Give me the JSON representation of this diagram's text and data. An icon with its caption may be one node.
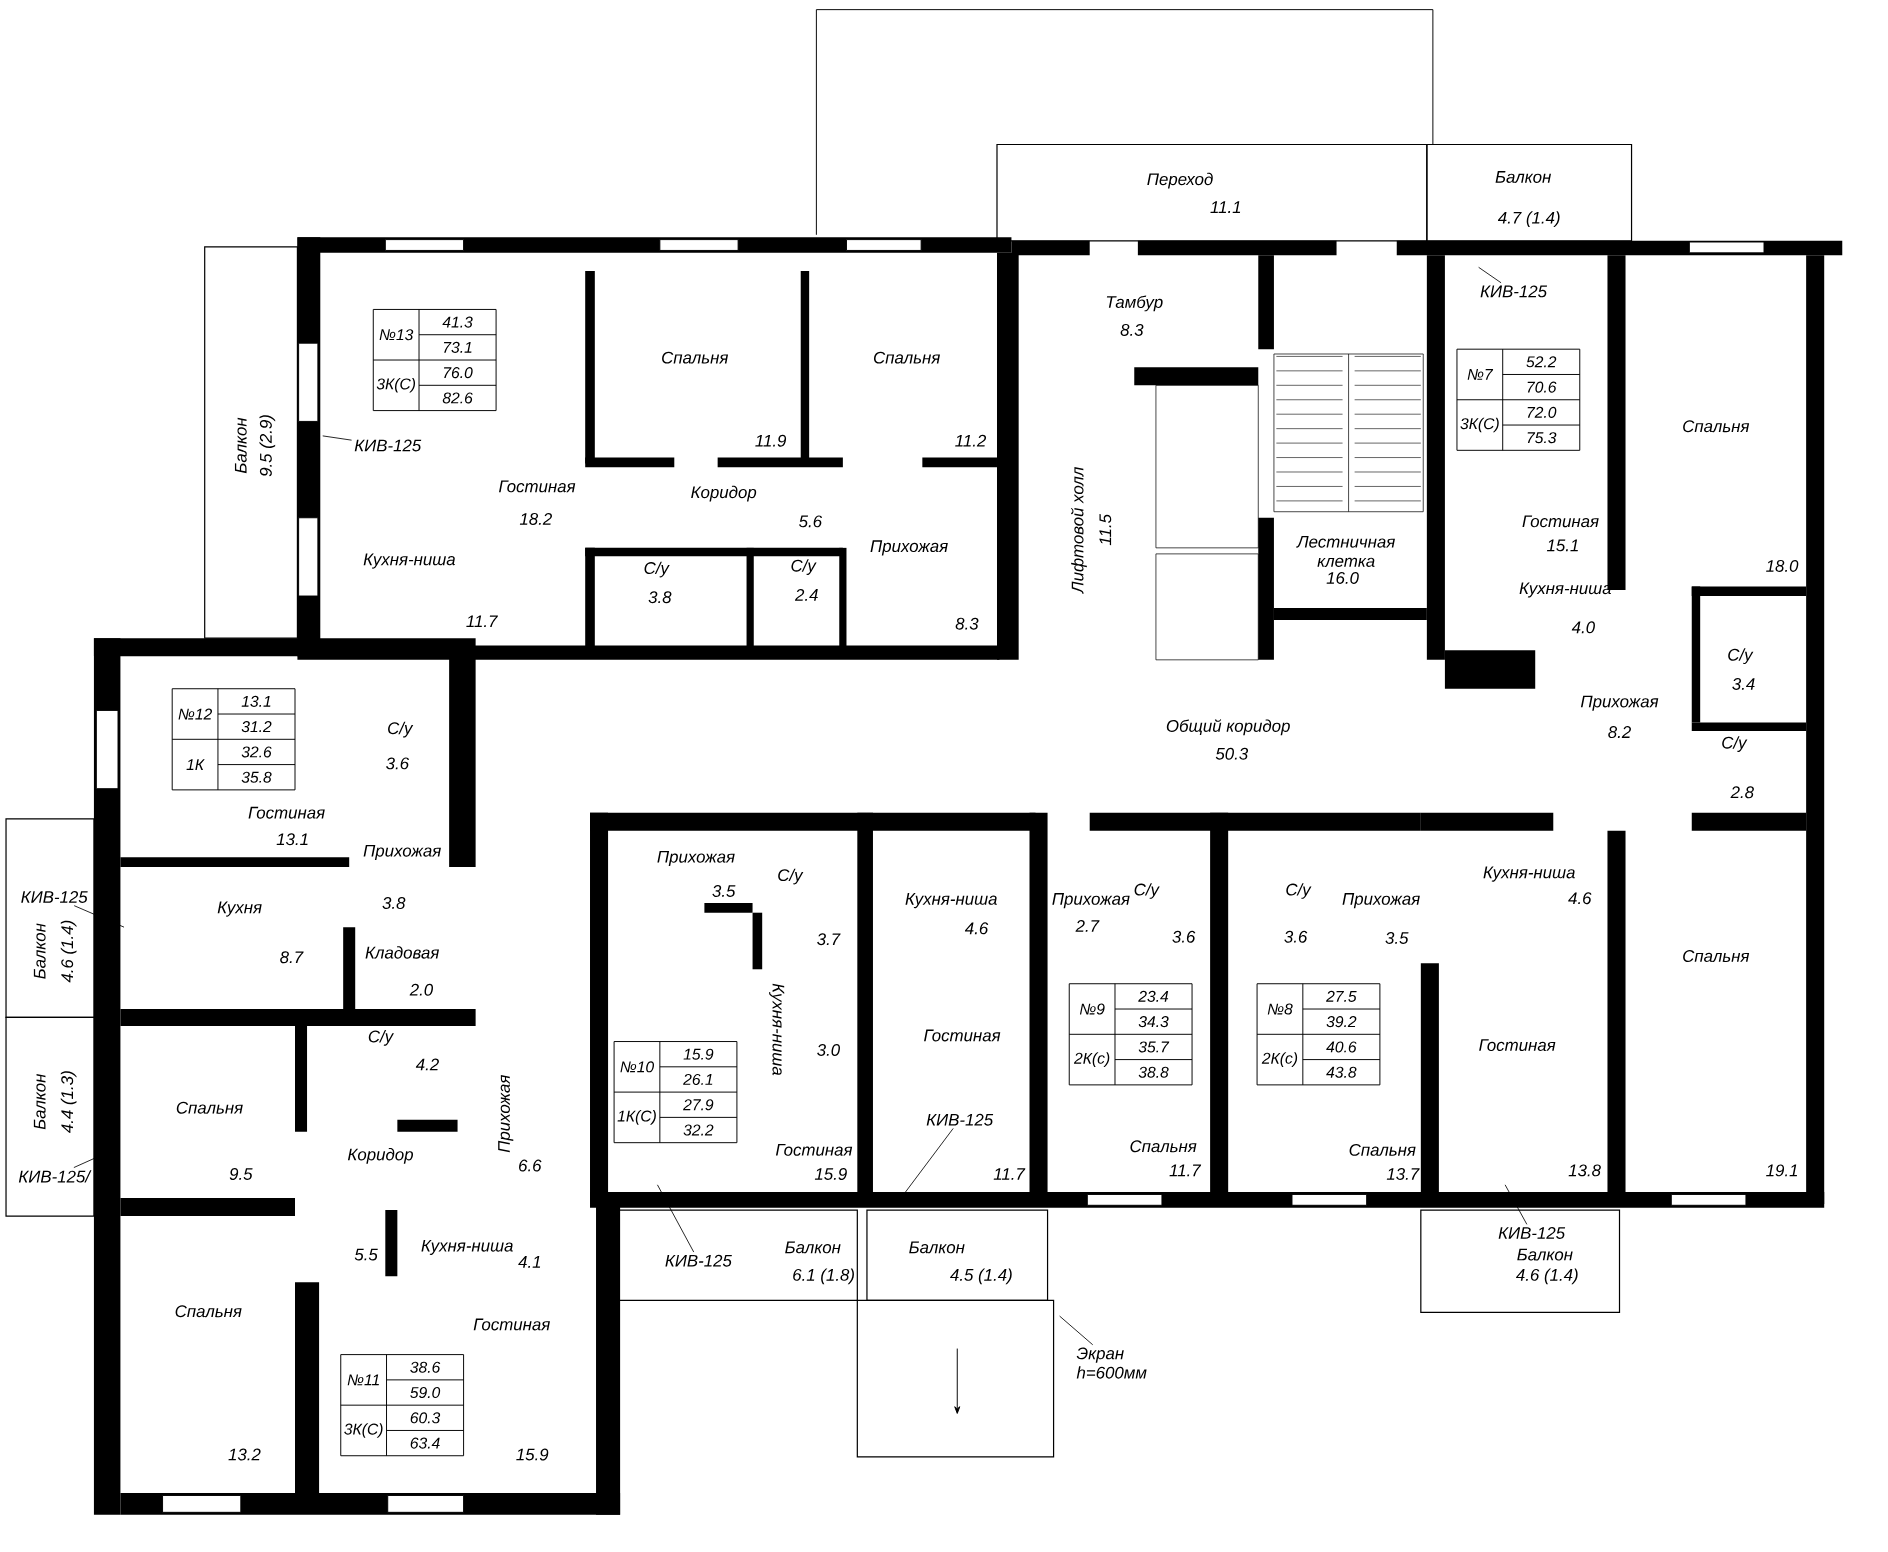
{
  "diagram": {
    "nodes": [
      {
        "text": [
          "КИВ-125"
        ]
      },
      {
        "text": [
          "КИВ-125"
        ]
      },
      {
        "text": [
          "КИВ-125"
        ]
      },
      {
        "text": [
          "КИВ-125/"
        ]
      },
      {
        "text": [
          "КИВ-125"
        ]
      },
      {
        "text": [
          "КИВ-125"
        ]
      },
      {
        "text": [
          "КИВ-125"
        ]
      },
      {
        "text": [
          "Экран h=600мм"
        ]
      }
    ],
    "edges": [
      {
        "from": 0,
        "to": null,
        "arrow": "none"
      },
      {
        "from": 1,
        "to": null,
        "arrow": "none"
      },
      {
        "from": 2,
        "to": null,
        "arrow": "none"
      },
      {
        "from": 3,
        "to": null,
        "arrow": "none"
      },
      {
        "from": 4,
        "to": null,
        "arrow": "none"
      },
      {
        "from": 5,
        "to": null,
        "arrow": "none"
      },
      {
        "from": 6,
        "to": null,
        "arrow": "none"
      },
      {
        "from": 7,
        "to": null,
        "arrow": "none"
      }
    ],
    "labels": [
      "Переход",
      "11.1",
      "Балкон",
      "4.7 (1.4)",
      "Тамбур",
      "8.3",
      "№13",
      "41.3",
      "73.1",
      "3К(С)",
      "76.0",
      "82.6",
      "Спальня",
      "Спальня",
      "№7",
      "52.2",
      "70.6",
      "3К(С)",
      "72.0",
      "75.3",
      "Спальня",
      "Балкон",
      "9.5 (2.9)",
      "11.9",
      "11.2",
      "Гостиная",
      "18.2",
      "Коридор",
      "5.6",
      "Лифтовой холл",
      "11.5",
      "Гостиная",
      "15.1",
      "Лестничная клетка",
      "16.0",
      "Прихожая",
      "Кухня-ниша",
      "С/у",
      "3.8",
      "С/у",
      "2.4",
      "18.0",
      "Кухня-ниша",
      "11.7",
      "8.3",
      "4.0",
      "С/у",
      "3.4",
      "№12",
      "13.1",
      "31.2",
      "1К",
      "32.6",
      "35.8",
      "Общий коридор",
      "50.3",
      "Прихожая",
      "8.2",
      "С/у",
      "3.6",
      "С/у",
      "2.8",
      "Гостиная",
      "13.1",
      "Прихожая",
      "Прихожая",
      "С/у",
      "Кухня-ниша",
      "4.6",
      "С/у",
      "С/у",
      "Кухня-ниша",
      "Прихожая",
      "Прихожая",
      "3.5",
      "3.8",
      "Кухня",
      "4.6",
      "2.7",
      "3.7",
      "3.6",
      "3.6",
      "3.5",
      "Балкон",
      "4.6 (1.4)",
      "8.7",
      "Кладовая",
      "Спальня",
      "2.0",
      "№9",
      "23.4",
      "34.3",
      "2К(с)",
      "35.7",
      "38.8",
      "№8",
      "27.5",
      "39.2",
      "2К(с)",
      "40.6",
      "43.8",
      "С/у",
      "Кухня-ниша",
      "3.0",
      "Гостиная",
      "Гостиная",
      "№10",
      "15.9",
      "26.1",
      "1К(С)",
      "27.9",
      "32.2",
      "4.2",
      "Балкон",
      "4.4 (1.3)",
      "Спальня",
      "Прихожая",
      "Коридор",
      "Гостиная",
      "Спальня",
      "Спальня",
      "9.5",
      "6.6",
      "15.9",
      "11.7",
      "11.7",
      "13.7",
      "13.8",
      "19.1",
      "5.5",
      "Кухня-ниша",
      "4.1",
      "Балкон",
      "Балкон",
      "Балкон",
      "6.1 (1.8)",
      "4.5 (1.4)",
      "4.6 (1.4)",
      "Спальня",
      "Гостиная",
      "№11",
      "38.6",
      "59.0",
      "3К(С)",
      "60.3",
      "63.4",
      "13.2",
      "15.9"
    ]
  }
}
